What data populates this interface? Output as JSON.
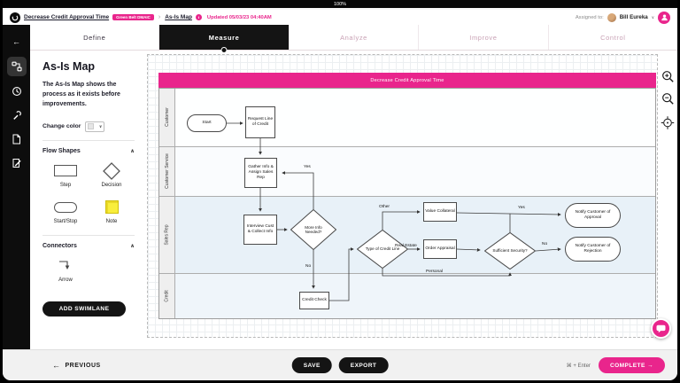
{
  "progress": {
    "percent": "100%"
  },
  "header": {
    "project_title": "Decrease Credit Approval Time",
    "badge": "Green Belt DMAIC",
    "breadcrumb_current": "As-Is Map",
    "updated": "Updated 05/03/23 04:40AM",
    "assigned_label": "Assigned to:",
    "assignee": "Bill Eureka"
  },
  "icons": {
    "breadcrumb_chevron": "›",
    "info": "i",
    "dropdown_chevron": "∨",
    "collapse_chevron": "∧",
    "back_arrow": "←"
  },
  "tabs": [
    {
      "label": "Define"
    },
    {
      "label": "Measure"
    },
    {
      "label": "Analyze"
    },
    {
      "label": "Improve"
    },
    {
      "label": "Control"
    }
  ],
  "sidebar": {
    "title": "As-Is Map",
    "description": "The As-Is Map shows the process as it exists before improvements.",
    "change_color_label": "Change color",
    "flow_shapes_label": "Flow Shapes",
    "shapes": [
      {
        "label": "Step"
      },
      {
        "label": "Decision"
      },
      {
        "label": "Start/Stop"
      },
      {
        "label": "Note"
      }
    ],
    "connectors_label": "Connectors",
    "connector_label": "Arrow",
    "add_swimlane_label": "ADD SWIMLANE"
  },
  "canvas": {
    "title": "Decrease Credit Approval Time",
    "lanes": [
      "Customer",
      "Customer Service",
      "Sales Rep",
      "Credit"
    ],
    "nodes": {
      "start": "Start",
      "request": "Request Line of Credit",
      "gather": "Gather Info & Assign Sales Rep",
      "interview": "Interview Cust & Collect Info",
      "more_info": "More Info Needed?",
      "credit_check": "Credit Check",
      "credit_type": "Type of Credit Line",
      "value_collateral": "Value Collateral",
      "order_appraisal": "Order Appraisal",
      "sufficient": "Sufficient Security?",
      "approval": "Notify Customer of Approval",
      "rejection": "Notify Customer of Rejection"
    },
    "edge_labels": {
      "yes_loop": "Yes",
      "no_down": "No",
      "other": "Other",
      "real_estate": "Real Estate",
      "personal": "Personal",
      "yes_approval": "Yes",
      "no_rejection": "No"
    }
  },
  "footer": {
    "previous": "PREVIOUS",
    "save": "SAVE",
    "export": "EXPORT",
    "shortcut": "⌘ + Enter",
    "complete": "COMPLETE →"
  },
  "colors": {
    "accent": "#E9258C",
    "dark": "#141414"
  }
}
